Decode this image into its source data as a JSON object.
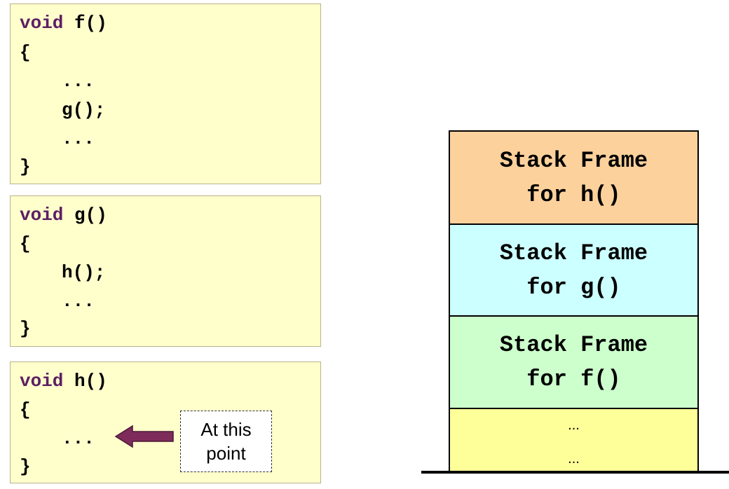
{
  "functions": {
    "f": {
      "keyword": "void",
      "signature": " f()",
      "open": "{",
      "line1": "...",
      "line2": "g();",
      "line3": "...",
      "close": "}"
    },
    "g": {
      "keyword": "void",
      "signature": " g()",
      "open": "{",
      "line1": "h();",
      "line2": "...",
      "close": "}"
    },
    "h": {
      "keyword": "void",
      "signature": " h()",
      "open": "{",
      "line1": "...",
      "close": "}"
    }
  },
  "callout": {
    "line1": "At this",
    "line2": "point"
  },
  "stack": {
    "frames": [
      {
        "line1": "Stack Frame",
        "line2": "for h()",
        "color": "#fcd19c"
      },
      {
        "line1": "Stack Frame",
        "line2": "for g()",
        "color": "#ccffff"
      },
      {
        "line1": "Stack Frame",
        "line2": "for f()",
        "color": "#ccffcc"
      }
    ],
    "bottom": {
      "dots1": "...",
      "dots2": "...",
      "color": "#ffff99"
    }
  },
  "colors": {
    "code_background": "#ffffcc",
    "keyword": "#5c1f63",
    "arrow": "#7e2b5c"
  }
}
